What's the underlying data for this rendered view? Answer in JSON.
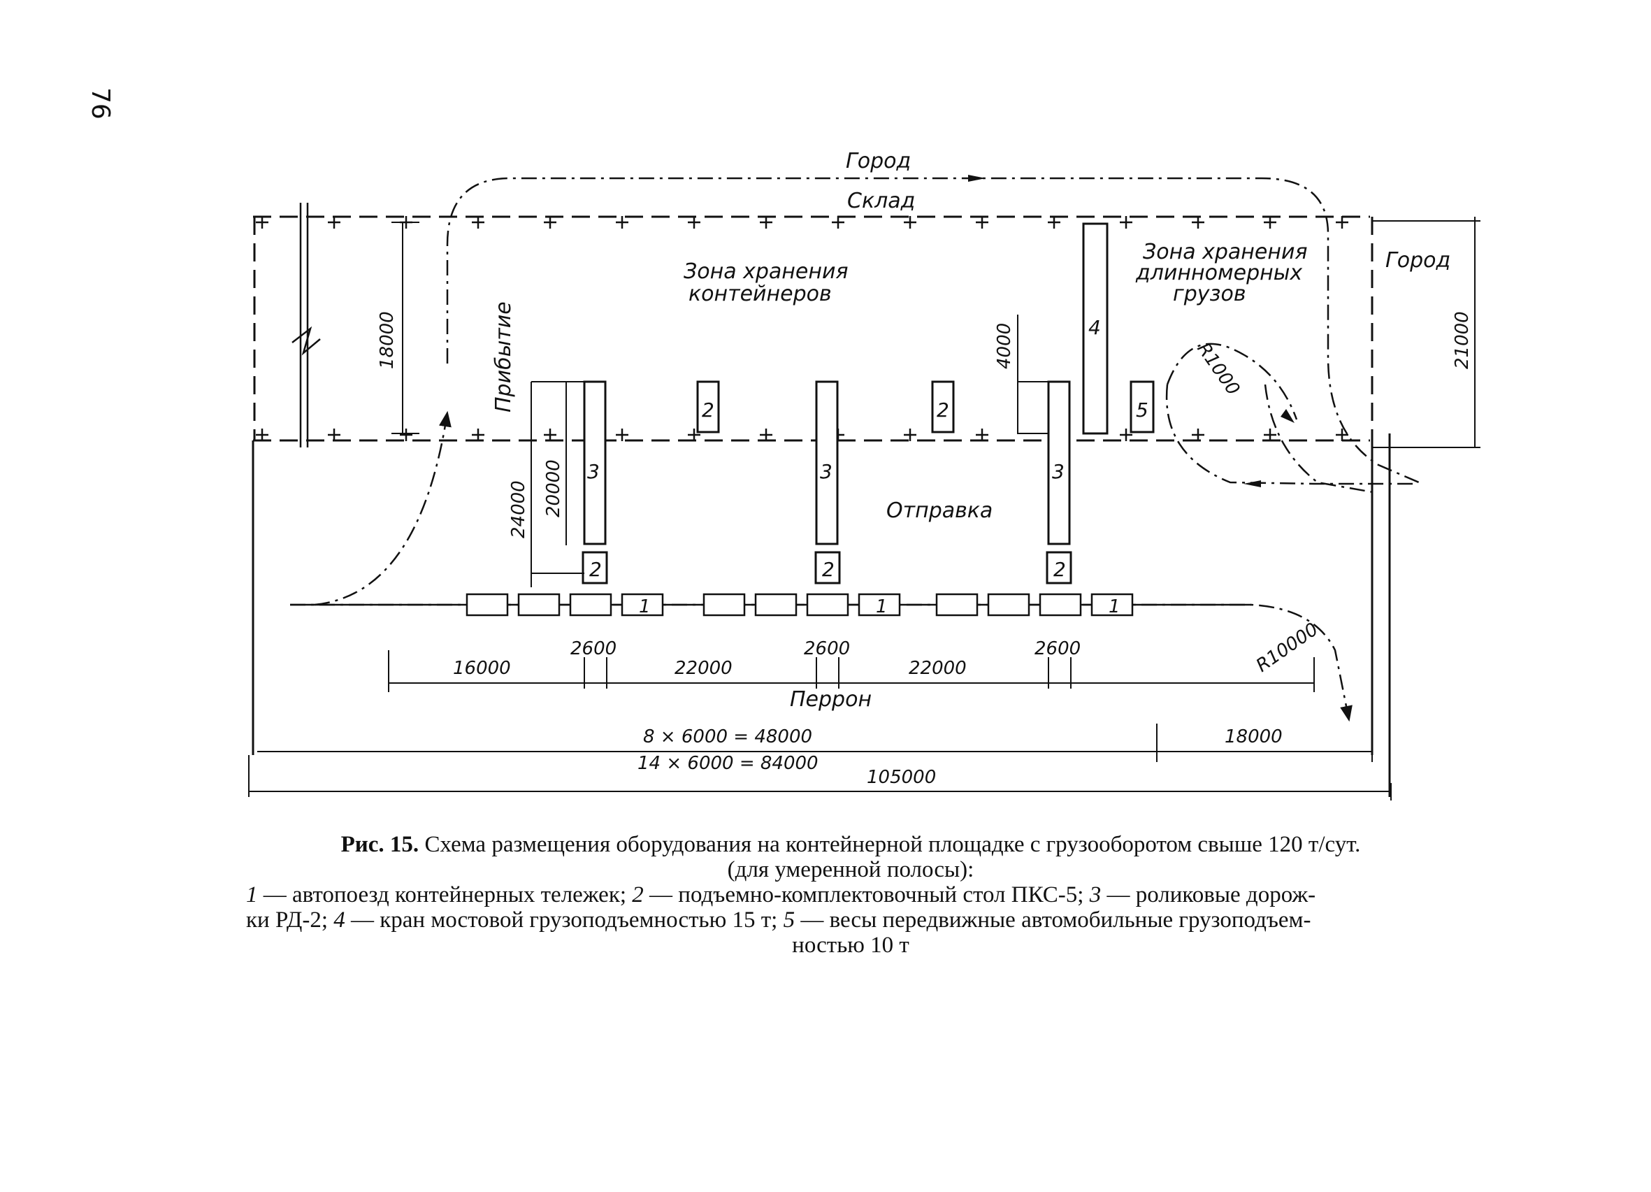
{
  "page_number": "76",
  "labels": {
    "gorod_top": "Город",
    "sklad": "Склад",
    "gorod_right": "Город",
    "zona_kont_1": "Зона хранения",
    "zona_kont_2": "контейнеров",
    "zona_dlin_1": "Зона хранения",
    "zona_dlin_2": "длинномерных",
    "zona_dlin_3": "грузов",
    "pribytie": "Прибытие",
    "otpravka": "Отправка",
    "perron": "Перрон"
  },
  "equipment": {
    "trolley": "1",
    "table": "2",
    "roller": "3",
    "crane": "4",
    "scales": "5"
  },
  "dimensions": {
    "d18000_left": "18000",
    "d21000": "21000",
    "d4000": "4000",
    "d24000": "24000",
    "d20000": "20000",
    "d16000": "16000",
    "d2600_a": "2600",
    "d22000_a": "22000",
    "d2600_b": "2600",
    "d22000_b": "22000",
    "d2600_c": "2600",
    "r1000": "R1000",
    "r10000": "R10000",
    "d8x6000": "8 × 6000 = 48000",
    "d14x6000": "14 × 6000 = 84000",
    "d18000_bottom": "18000",
    "d105000": "105000"
  },
  "caption": {
    "fig_label": "Рис. 15.",
    "title_1": "Схема размещения оборудования на контейнерной площадке с грузооборотом свыше 120 т/сут.",
    "title_2": "(для умеренной полосы):",
    "n1": "1",
    "t1": " — автопоезд контейнерных тележек; ",
    "n2": "2",
    "t2": " — подъемно-комплектовочный стол ПКС-5; ",
    "n3": "3",
    "t3": " — роликовые дорож-",
    "t3b": "ки РД-2; ",
    "n4": "4",
    "t4": " — кран мостовой грузоподъемностью 15 т; ",
    "n5": "5",
    "t5": " — весы передвижные автомобильные грузоподъем-",
    "t5b": "ностью 10 т"
  }
}
